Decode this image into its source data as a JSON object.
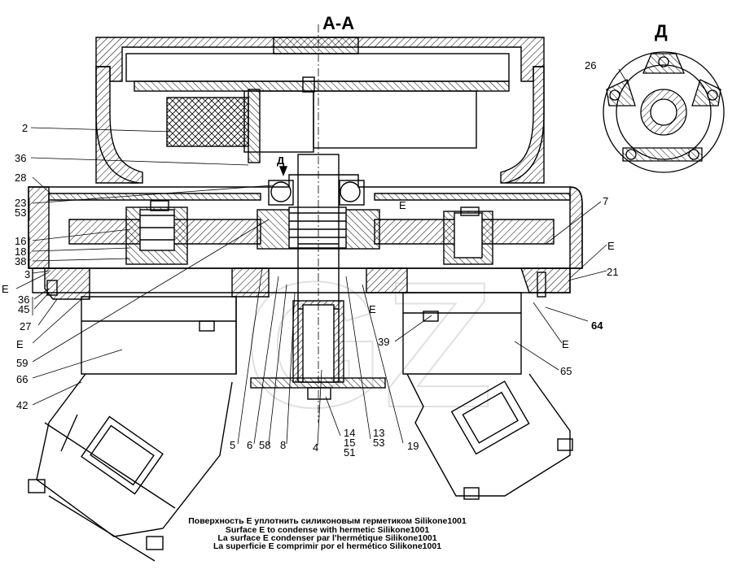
{
  "diagram": {
    "section_title": "А-А",
    "detail_title": "Д",
    "detail_label": "26",
    "view_marker": "Д",
    "watermark": "GZ",
    "labels_left": [
      "2",
      "36",
      "28",
      "23",
      "53",
      "16",
      "18",
      "38",
      "3",
      "E",
      "36",
      "45",
      "27",
      "E",
      "59",
      "66",
      "42"
    ],
    "labels_right": [
      "7",
      "E",
      "21",
      "64",
      "E",
      "65",
      "39",
      "E",
      "E"
    ],
    "labels_bottom": [
      "5",
      "6",
      "58",
      "8",
      "4",
      "14",
      "15",
      "51",
      "13",
      "53",
      "19"
    ],
    "notes": [
      "Поверхность Е уплотнить силиконовым герметиком Silikone1001",
      "Surface E to condense  with hermetic Silikone1001",
      "La surface E condenser par l'hermétique Silikone1001",
      "La superficie E comprimir por el hermético Silikone1001"
    ],
    "colors": {
      "line": "#000000",
      "hatch": "#000000",
      "background": "#ffffff",
      "watermark": "#c8c8c8"
    }
  }
}
